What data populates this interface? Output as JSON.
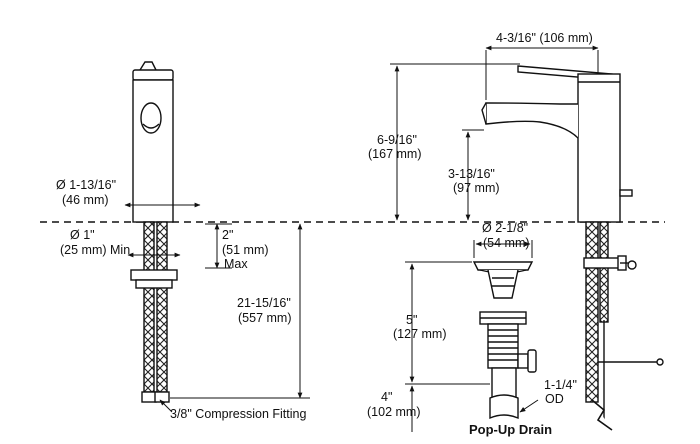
{
  "labels": {
    "handle_dia": "Ø 1-13/16\"",
    "handle_dia_mm": "(46 mm)",
    "supply_dia": "Ø 1\"",
    "supply_dia_mm": "(25 mm) Min",
    "deck_thk": "2\"",
    "deck_thk_mm": "(51 mm)",
    "deck_thk_max": "Max",
    "supply_len": "21-15/16\"",
    "supply_len_mm": "(557 mm)",
    "fitting": "3/8\" Compression Fitting",
    "reach": "4-3/16\" (106 mm)",
    "height": "6-9/16\"",
    "height_mm": "(167 mm)",
    "spout_h": "3-13/16\"",
    "spout_h_mm": "(97 mm)",
    "drain_dia": "Ø 2-1/8\"",
    "drain_dia_mm": "(54 mm)",
    "drain_len": "5\"",
    "drain_len_mm": "(127 mm)",
    "tail_len": "4\"",
    "tail_len_mm": "(102 mm)",
    "tail_od": "1-1/4\"",
    "tail_od_unit": "OD",
    "drain_title": "Pop-Up Drain"
  }
}
